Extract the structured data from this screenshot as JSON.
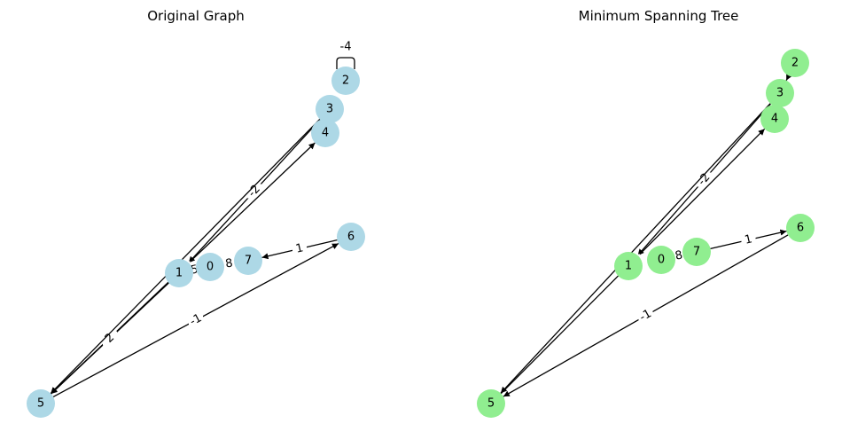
{
  "left_panel": {
    "title": "Original Graph",
    "node_color": "#add8e6",
    "nodes": [
      "0",
      "1",
      "2",
      "3",
      "4",
      "5",
      "6",
      "7"
    ],
    "edges": [
      {
        "from": "2",
        "to": "2",
        "label": "-4"
      },
      {
        "from": "3",
        "to": "1",
        "label": "-2"
      },
      {
        "from": "5",
        "to": "4",
        "label": "1"
      },
      {
        "from": "1",
        "to": "5",
        "label": "2"
      },
      {
        "from": "3",
        "to": "5",
        "label": ""
      },
      {
        "from": "5",
        "to": "6",
        "label": "-1"
      },
      {
        "from": "6",
        "to": "7",
        "label": "1"
      },
      {
        "from": "7",
        "to": "0",
        "label": "8"
      },
      {
        "from": "0",
        "to": "1",
        "label": "5"
      }
    ]
  },
  "right_panel": {
    "title": "Minimum Spanning Tree",
    "node_color": "#90ee90",
    "nodes": [
      "0",
      "1",
      "2",
      "3",
      "4",
      "5",
      "6",
      "7"
    ],
    "edges": [
      {
        "from": "3",
        "to": "1",
        "label": "-2"
      },
      {
        "from": "5",
        "to": "4",
        "label": "1"
      },
      {
        "from": "3",
        "to": "5",
        "label": ""
      },
      {
        "from": "6",
        "to": "5",
        "label": "-1"
      },
      {
        "from": "7",
        "to": "6",
        "label": "1"
      },
      {
        "from": "0",
        "to": "7",
        "label": "8"
      },
      {
        "from": "2",
        "to": "3",
        "label": ""
      }
    ]
  }
}
